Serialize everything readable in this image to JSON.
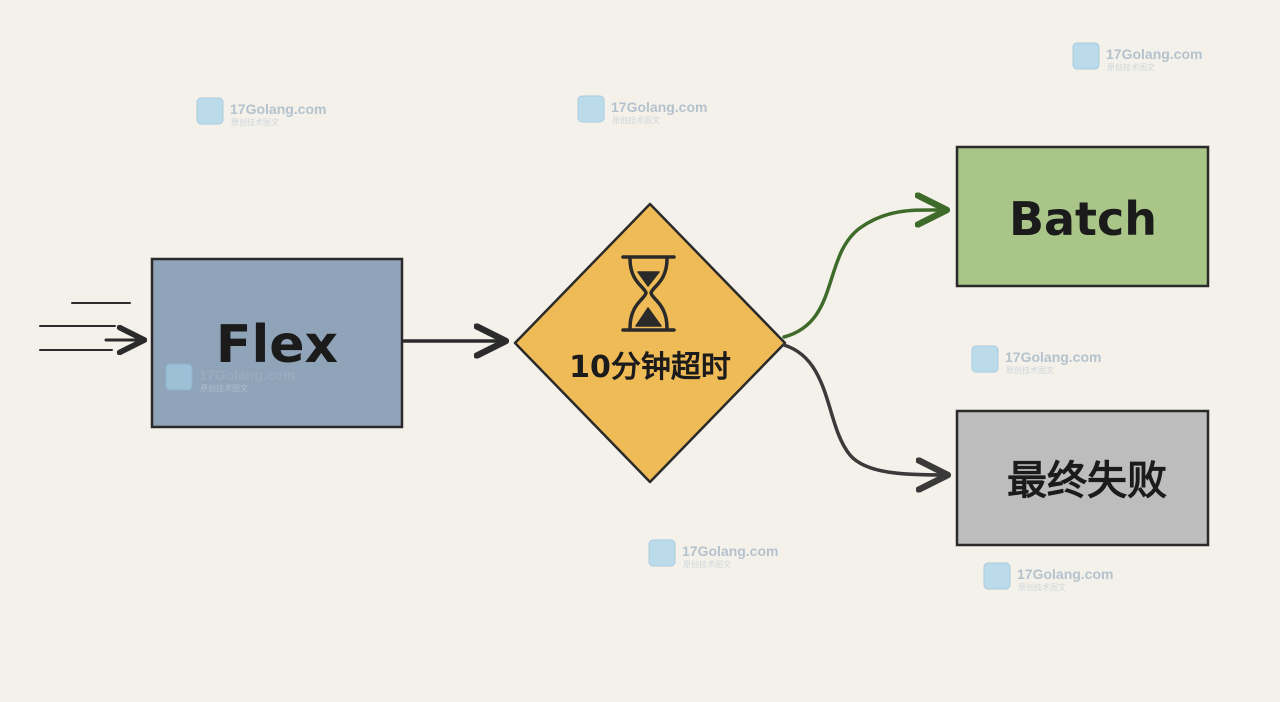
{
  "diagram": {
    "nodes": {
      "flex": {
        "label": "Flex",
        "fill": "#8fa3b9"
      },
      "timeout": {
        "label": "10分钟超时",
        "fill": "#efbb57"
      },
      "batch": {
        "label": "Batch",
        "fill": "#a9c587"
      },
      "final_failure": {
        "label": "最终失败",
        "fill": "#bdbdbd"
      }
    },
    "edges": [
      {
        "from": "incoming",
        "to": "flex",
        "color": "#2b2b2b"
      },
      {
        "from": "flex",
        "to": "timeout",
        "color": "#2b2b2b"
      },
      {
        "from": "timeout",
        "to": "batch",
        "color": "#3f6b2a"
      },
      {
        "from": "timeout",
        "to": "final_failure",
        "color": "#3a3a3a"
      }
    ],
    "icons": {
      "timeout": "hourglass-icon"
    }
  },
  "watermarks": [
    {
      "title": "17Golang.com",
      "subtitle": "原创技术图文"
    },
    {
      "title": "17Golang.com",
      "subtitle": "原创技术图文"
    },
    {
      "title": "17Golang.com",
      "subtitle": "原创技术图文"
    },
    {
      "title": "17Golang.com",
      "subtitle": "原创技术图文"
    },
    {
      "title": "17Golang.com",
      "subtitle": "原创技术图文"
    },
    {
      "title": "17Golang.com",
      "subtitle": "原创技术图文"
    },
    {
      "title": "17Golang.com",
      "subtitle": "原创技术图文"
    }
  ]
}
